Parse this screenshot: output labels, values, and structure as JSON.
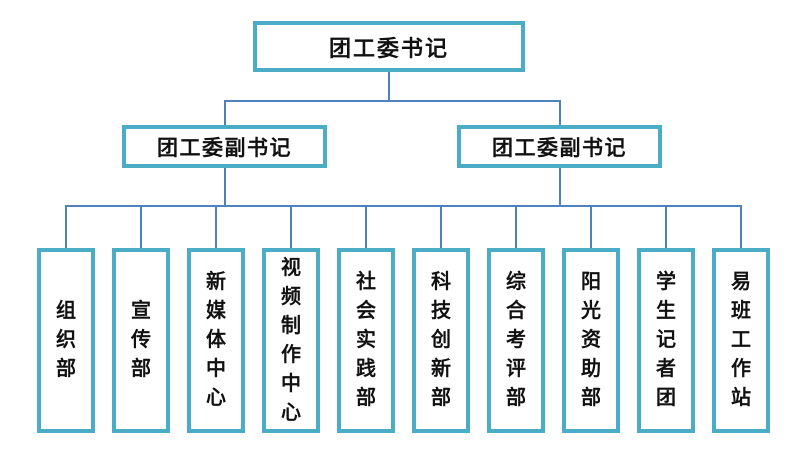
{
  "org": {
    "root": {
      "label": "团工委书记"
    },
    "deputies": [
      {
        "label": "团工委副书记"
      },
      {
        "label": "团工委副书记"
      }
    ],
    "departments": [
      {
        "label": "组织部"
      },
      {
        "label": "宣传部"
      },
      {
        "label": "新媒体中心"
      },
      {
        "label": "视频制作中心"
      },
      {
        "label": "社会实践部"
      },
      {
        "label": "科技创新部"
      },
      {
        "label": "综合考评部"
      },
      {
        "label": "阳光资助部"
      },
      {
        "label": "学生记者团"
      },
      {
        "label": "易班工作站"
      }
    ],
    "colors": {
      "box_border": "#4BACC6",
      "connector": "#4F81BD",
      "text": "#111111",
      "background": "#FFFFFF"
    }
  }
}
